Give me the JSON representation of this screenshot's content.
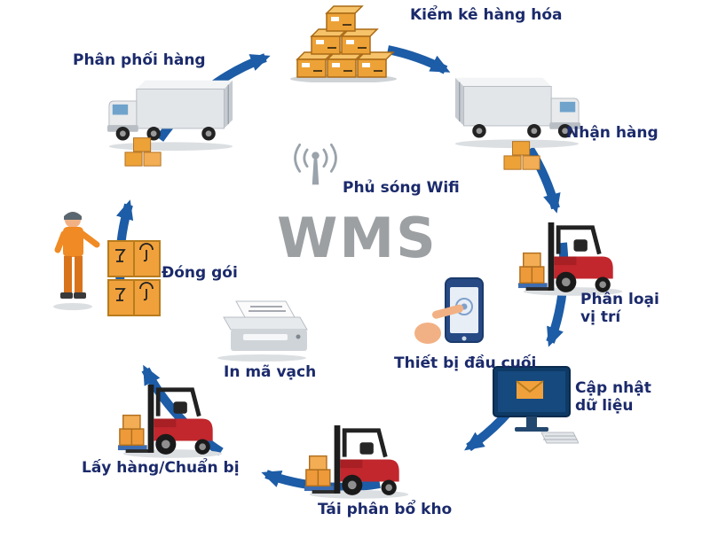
{
  "diagram": {
    "center": {
      "wms_label": "WMS",
      "wifi_label": "Phủ sóng Wifi"
    },
    "nodes": [
      {
        "id": "inventory-check",
        "label": "Kiểm kê hàng hóa",
        "icon": "carton-stack-icon"
      },
      {
        "id": "distribution",
        "label": "Phân phối hàng",
        "icon": "delivery-truck-icon"
      },
      {
        "id": "receiving",
        "label": "Nhận hàng",
        "icon": "receiving-truck-icon"
      },
      {
        "id": "location-sorting",
        "label": "Phân loại vị trí",
        "icon": "forklift-icon"
      },
      {
        "id": "data-update",
        "label": "Cập nhật dữ liệu",
        "icon": "computer-monitor-icon"
      },
      {
        "id": "stock-reallocation",
        "label": "Tái phân bổ kho",
        "icon": "forklift-icon"
      },
      {
        "id": "picking",
        "label": "Lấy hàng/Chuẩn bị",
        "icon": "forklift-icon"
      },
      {
        "id": "packing",
        "label": "Đóng gói",
        "icon": "worker-boxes-icon"
      },
      {
        "id": "barcode-printing",
        "label": "In mã vạch",
        "icon": "printer-icon"
      },
      {
        "id": "terminal-device",
        "label": "Thiết bị đầu cuối",
        "icon": "handheld-terminal-icon"
      }
    ],
    "colors": {
      "arrow_blue": "#1d5ca6",
      "label_navy": "#1b2a6b",
      "wms_gray": "#9da0a3",
      "carton_orange": "#eda238",
      "forklift_red": "#c1272d"
    }
  }
}
